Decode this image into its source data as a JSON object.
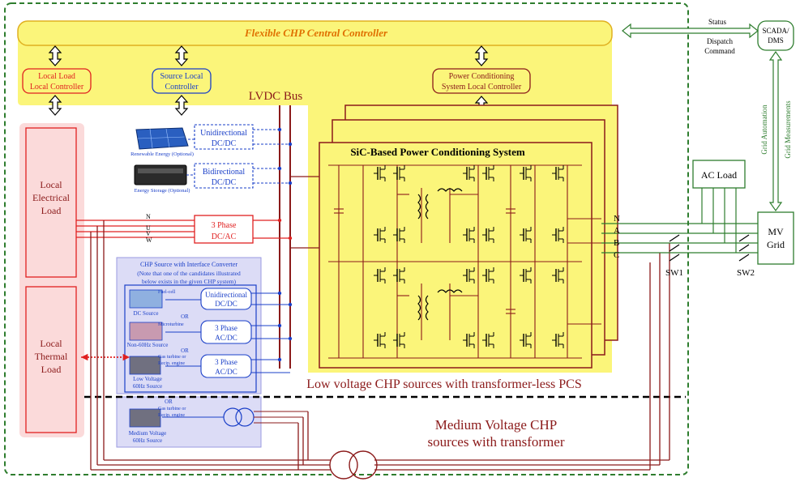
{
  "controller": {
    "title": "Flexible CHP Central Controller",
    "local_load": [
      "Local Load",
      "Local Controller"
    ],
    "source_local": [
      "Source Local",
      "Controller"
    ],
    "pcs_local": [
      "Power Conditioning",
      "System Local Controller"
    ]
  },
  "scada": {
    "label": [
      "SCADA/",
      "DMS"
    ],
    "status": "Status",
    "dispatch": [
      "Dispatch",
      "Command"
    ],
    "grid_automation": "Grid Automation",
    "grid_measurements": "Grid Measurements"
  },
  "lvdc_label": "LVDC Bus",
  "loads": {
    "electrical": [
      "Local",
      "Electrical",
      "Load"
    ],
    "thermal": [
      "Local",
      "Thermal",
      "Load"
    ]
  },
  "sources": {
    "renewable": {
      "caption": "Renewable Energy (Optional)",
      "converter": [
        "Unidirectional",
        "DC/DC"
      ]
    },
    "storage": {
      "caption": "Energy Storage (Optional)",
      "converter": [
        "Bidirectional",
        "DC/DC"
      ]
    },
    "inverter": [
      "3 Phase",
      "DC/AC"
    ],
    "phases": [
      "N",
      "U",
      "V",
      "W"
    ]
  },
  "chp_panel": {
    "title": "CHP Source with Interface Converter",
    "note": [
      "(Note that one of the candidates illustrated",
      "below exists in the given CHP system)"
    ],
    "fuel_cell": "Fuel-cell",
    "dc_source": "DC Source",
    "microturbine": "Microturbine",
    "non60": "Non-60Hz Source",
    "gas_turbine": [
      "Gas turbine or",
      "Recip. engine"
    ],
    "lv60": [
      "Low Voltage",
      "60Hz Source"
    ],
    "mv60": [
      "Medium Voltage",
      "60Hz Source"
    ],
    "conv1": [
      "Unidirectional",
      "DC/DC"
    ],
    "conv2": [
      "3 Phase",
      "AC/DC"
    ],
    "conv3": [
      "3 Phase",
      "AC/DC"
    ],
    "or": "OR"
  },
  "pcs_title": "SiC-Based Power Conditioning System",
  "lv_caption": "Low voltage CHP sources with transformer-less PCS",
  "mv_caption": [
    "Medium Voltage CHP",
    "sources with transformer"
  ],
  "grid": {
    "ac_load": "AC Load",
    "mv_grid": [
      "MV",
      "Grid"
    ],
    "phases": [
      "N",
      "A",
      "B",
      "C"
    ],
    "sw1": "SW1",
    "sw2": "SW2"
  },
  "colors": {
    "controller_fill": "#fbf57a",
    "controller_border": "#e0b020",
    "green": "#2e7d2e",
    "dark_red": "#8b1a1a",
    "red": "#e02020",
    "blue": "#1a3fc8",
    "load_fill": "#fbdada",
    "chp_panel_fill": "#dcdcf6"
  }
}
